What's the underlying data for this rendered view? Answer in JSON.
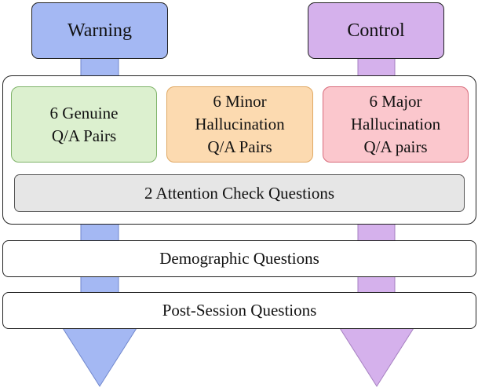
{
  "groups": {
    "warning_label": "Warning",
    "control_label": "Control"
  },
  "qa_boxes": {
    "genuine": {
      "line1": "6 Genuine",
      "line2": "Q/A Pairs"
    },
    "minor": {
      "line1": "6 Minor",
      "line2": "Hallucination",
      "line3": "Q/A Pairs"
    },
    "major": {
      "line1": "6 Major",
      "line2": "Hallucination",
      "line3": "Q/A pairs"
    }
  },
  "attention_check": "2 Attention Check Questions",
  "demographic": "Demographic Questions",
  "post_session": "Post-Session Questions",
  "colors": {
    "warning": "#a4b8f3",
    "control": "#d5b1ec",
    "genuine": "#dcf0cf",
    "minor": "#fcdab0",
    "major": "#fbc7cd",
    "attention": "#e6e6e6"
  }
}
